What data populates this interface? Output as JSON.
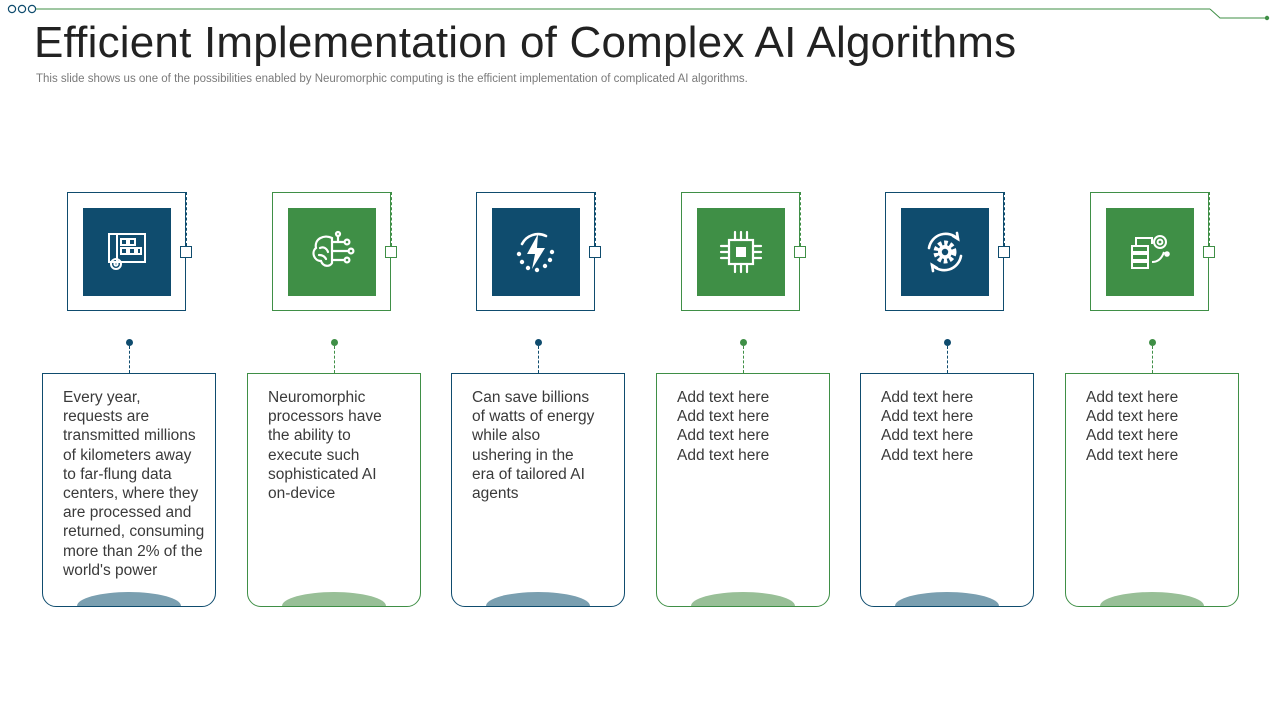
{
  "slide": {
    "title": "Efficient Implementation of Complex AI Algorithms",
    "subtitle": "This slide shows us one of the possibilities enabled by Neuromorphic computing is the efficient implementation of complicated AI algorithms."
  },
  "colors": {
    "teal": "#0f4c6e",
    "green": "#3f8f46",
    "teal_ellipse": "#7a9fb0",
    "green_ellipse": "#98bf97"
  },
  "steps": [
    {
      "icon": "blueprint-gear-icon",
      "theme": "teal",
      "text": "Every year,\nrequests are\ntransmitted millions\nof kilometers away\nto far-flung  data\ncenters, where they\nare processed and\nreturned,  consuming\nmore than 2% of the\nworld's power"
    },
    {
      "icon": "brain-circuit-icon",
      "theme": "green",
      "text": "Neuromorphic\nprocessors have\nthe ability to\nexecute such\nsophisticated AI\non-device"
    },
    {
      "icon": "energy-bolt-icon",
      "theme": "teal",
      "text": "Can save billions\nof watts of energy\nwhile also\nushering in the\nera of tailored AI\nagents"
    },
    {
      "icon": "processor-chip-icon",
      "theme": "green",
      "text": "Add text here\nAdd text here\nAdd text here\nAdd text here"
    },
    {
      "icon": "gear-cycle-icon",
      "theme": "teal",
      "text": "Add text here\nAdd text here\nAdd text here\nAdd text here"
    },
    {
      "icon": "server-settings-icon",
      "theme": "green",
      "text": "Add text here\nAdd text here\nAdd text here\nAdd text here"
    }
  ]
}
